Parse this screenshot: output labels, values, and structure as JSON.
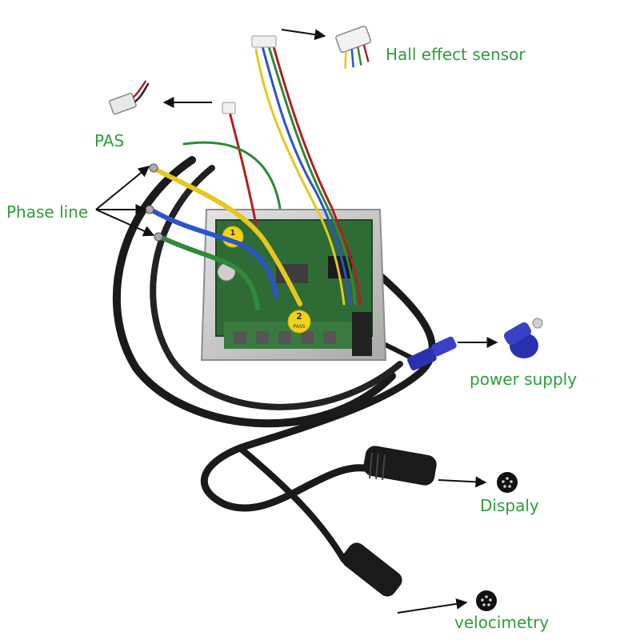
{
  "labels": {
    "hall": "Hall effect sensor",
    "pas": "PAS",
    "phase": "Phase line",
    "power": "power supply",
    "display": "Dispaly",
    "velocimetry": "velocimetry"
  },
  "board_marks": {
    "cap1": "1",
    "cap2": "2",
    "pass": "PASS"
  },
  "colors": {
    "label_text": "#2e9e3a",
    "arrow": "#111111",
    "cable": "#1a1a1a",
    "housing": "#c9c9c9",
    "pcb": "#2f6b35",
    "wire_yellow": "#e6c81e",
    "wire_blue": "#2a55c9",
    "wire_green": "#2f8a3a",
    "wire_red": "#b02020",
    "connector_blue": "#2a2fb0",
    "sticker_yellow": "#f2d21b"
  }
}
